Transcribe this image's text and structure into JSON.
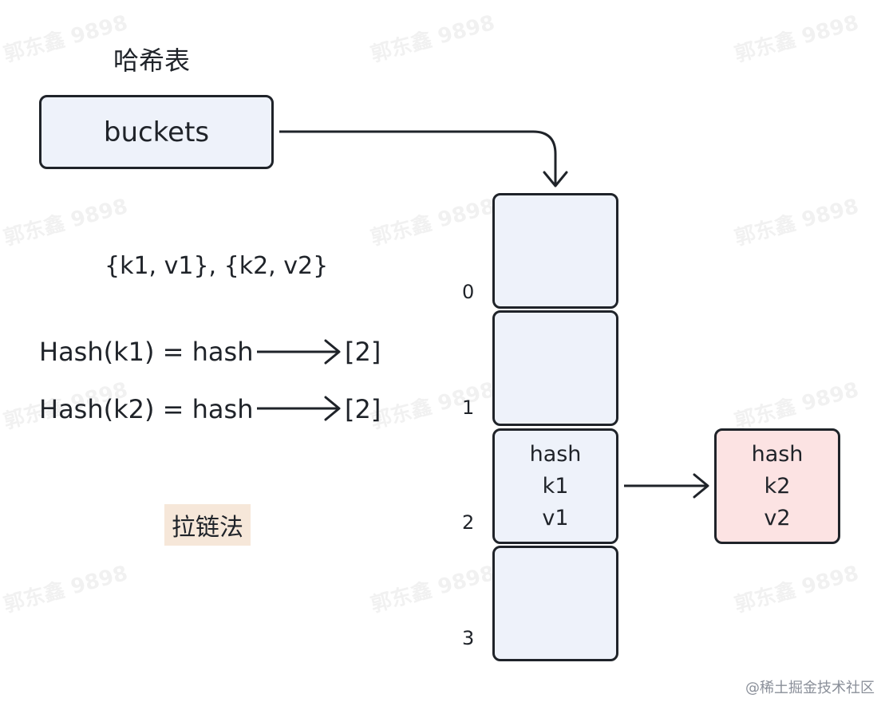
{
  "title": "哈希表",
  "buckets_label": "buckets",
  "pairs": "{k1, v1}, {k2, v2}",
  "hash_lines": [
    {
      "expr": "Hash(k1) = hash",
      "target": "[2]"
    },
    {
      "expr": "Hash(k2) = hash",
      "target": "[2]"
    }
  ],
  "method": "拉链法",
  "indices": [
    "0",
    "1",
    "2",
    "3"
  ],
  "bucket2": {
    "line1": "hash",
    "line2": "k1",
    "line3": "v1"
  },
  "chain_node": {
    "line1": "hash",
    "line2": "k2",
    "line3": "v2"
  },
  "watermark": "郭东鑫 9898",
  "credit": "@稀土掘金技术社区",
  "colors": {
    "box_fill": "#eef2fa",
    "node_fill": "#fce3e3",
    "method_highlight": "#f6e7d9",
    "stroke": "#1f2329"
  }
}
